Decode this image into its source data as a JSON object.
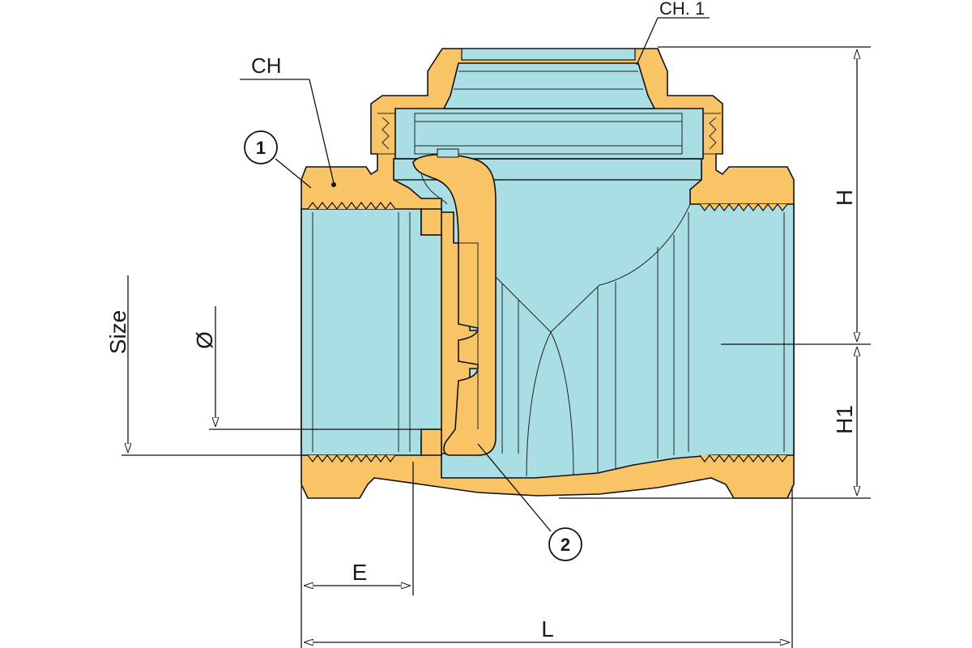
{
  "colors": {
    "body": "#F9C466",
    "fluid": "#A9DEE4",
    "outline": "#111111",
    "background": "#FFFFFF"
  },
  "labels": {
    "ch": "CH",
    "ch1": "CH. 1",
    "size": "Size",
    "diameter": "Ø",
    "h": "H",
    "h1": "H1",
    "e": "E",
    "l": "L"
  },
  "callouts": [
    {
      "id": "1"
    },
    {
      "id": "2"
    }
  ]
}
